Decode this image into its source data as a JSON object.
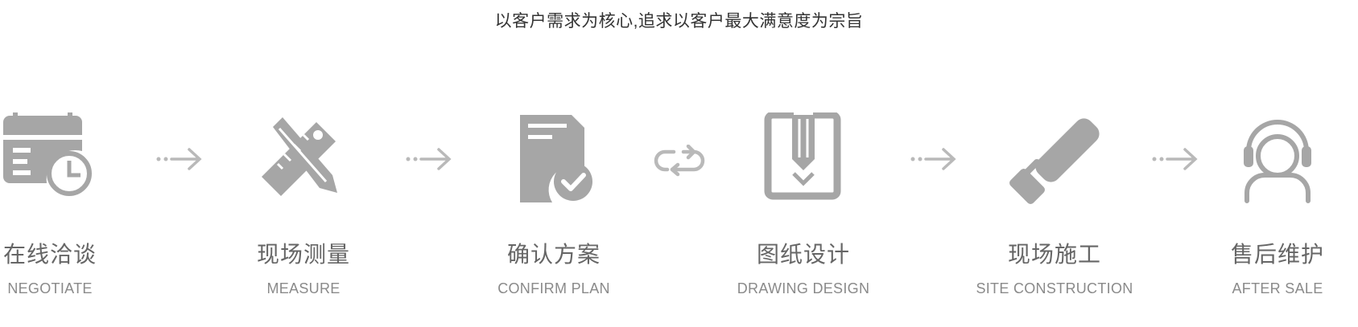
{
  "tagline": "以客户需求为核心,追求以客户最大满意度为宗旨",
  "colors": {
    "icon": "#a6a6a6",
    "arrow": "#b9b9b9",
    "title": "#666666",
    "subtitle": "#8a8a8a"
  },
  "steps": [
    {
      "title": "在线洽谈",
      "en": "NEGOTIATE",
      "icon": "calendar-clock-icon"
    },
    {
      "title": "现场测量",
      "en": "MEASURE",
      "icon": "ruler-pencil-icon"
    },
    {
      "title": "确认方案",
      "en": "CONFIRM PLAN",
      "icon": "document-check-icon"
    },
    {
      "title": "图纸设计",
      "en": "DRAWING DESIGN",
      "icon": "drawing-pencil-icon"
    },
    {
      "title": "现场施工",
      "en": "SITE CONSTRUCTION",
      "icon": "paint-roller-icon"
    },
    {
      "title": "售后维护",
      "en": "AFTER SALE",
      "icon": "headset-support-icon"
    }
  ],
  "connectors": [
    "dotted-arrow-icon",
    "dotted-arrow-icon",
    "loop-arrows-icon",
    "dotted-arrow-icon",
    "dotted-arrow-icon"
  ]
}
